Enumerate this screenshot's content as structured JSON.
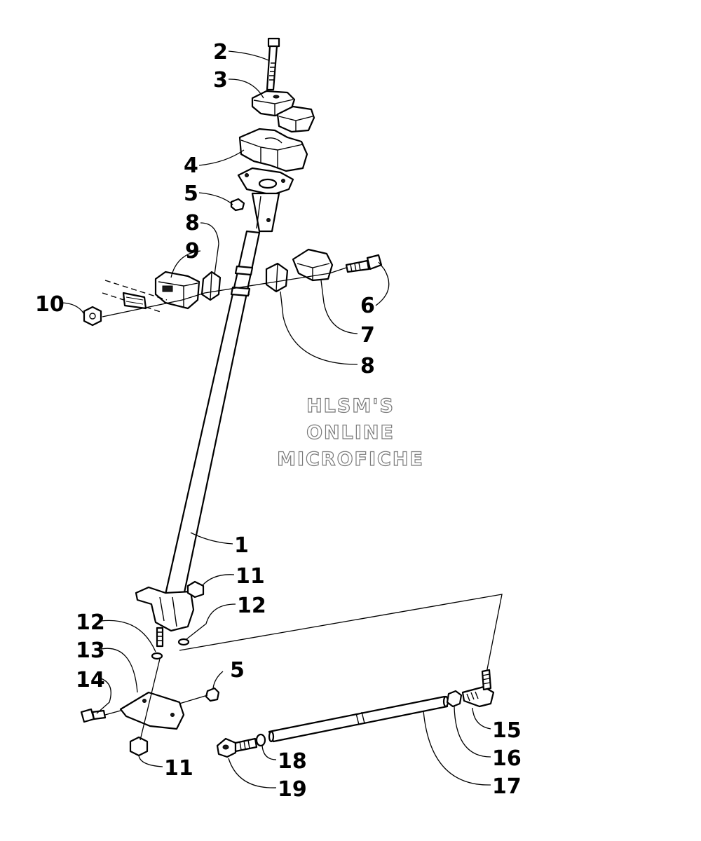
{
  "watermark": {
    "line1": "HLSM'S",
    "line2": "ONLINE",
    "line3": "MICROFICHE"
  },
  "callouts": {
    "c1": "1",
    "c2": "2",
    "c3": "3",
    "c4": "4",
    "c5a": "5",
    "c5b": "5",
    "c6": "6",
    "c7": "7",
    "c8a": "8",
    "c8b": "8",
    "c9": "9",
    "c10": "10",
    "c11a": "11",
    "c11b": "11",
    "c12a": "12",
    "c12b": "12",
    "c13": "13",
    "c14": "14",
    "c15": "15",
    "c16": "16",
    "c17": "17",
    "c18": "18",
    "c19": "19"
  }
}
